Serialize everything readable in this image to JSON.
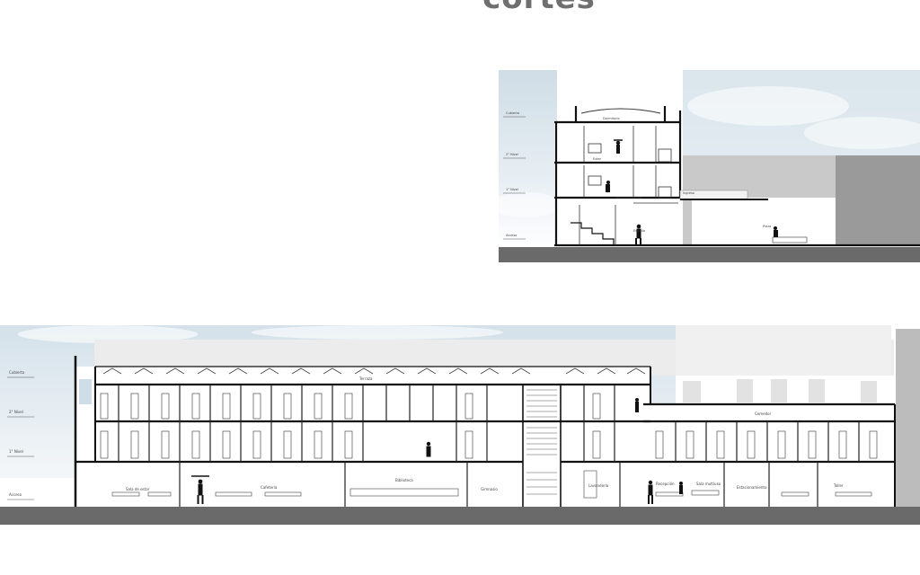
{
  "page": {
    "title": "cortes"
  },
  "section_top": {
    "labels": [
      "Cubierta",
      "2° Nivel",
      "1° Nivel",
      "Acceso",
      "Dormitorio",
      "Estar",
      "Estudio",
      "Plaza",
      "Ingreso"
    ]
  },
  "section_bottom": {
    "labels": [
      "Cubierta",
      "2° Nivel",
      "1° Nivel",
      "Acceso",
      "Sala de estar",
      "Cafetería",
      "Biblioteca",
      "Terraza",
      "Gimnasio",
      "Lavandería",
      "Comedor",
      "Recepción",
      "Sala multiuso",
      "Estacionamiento",
      "Taller"
    ]
  },
  "colors": {
    "sky": "#d3e1ea",
    "ground": "#6a6a6a",
    "line": "#111111",
    "wall": "#b9b9b9"
  }
}
